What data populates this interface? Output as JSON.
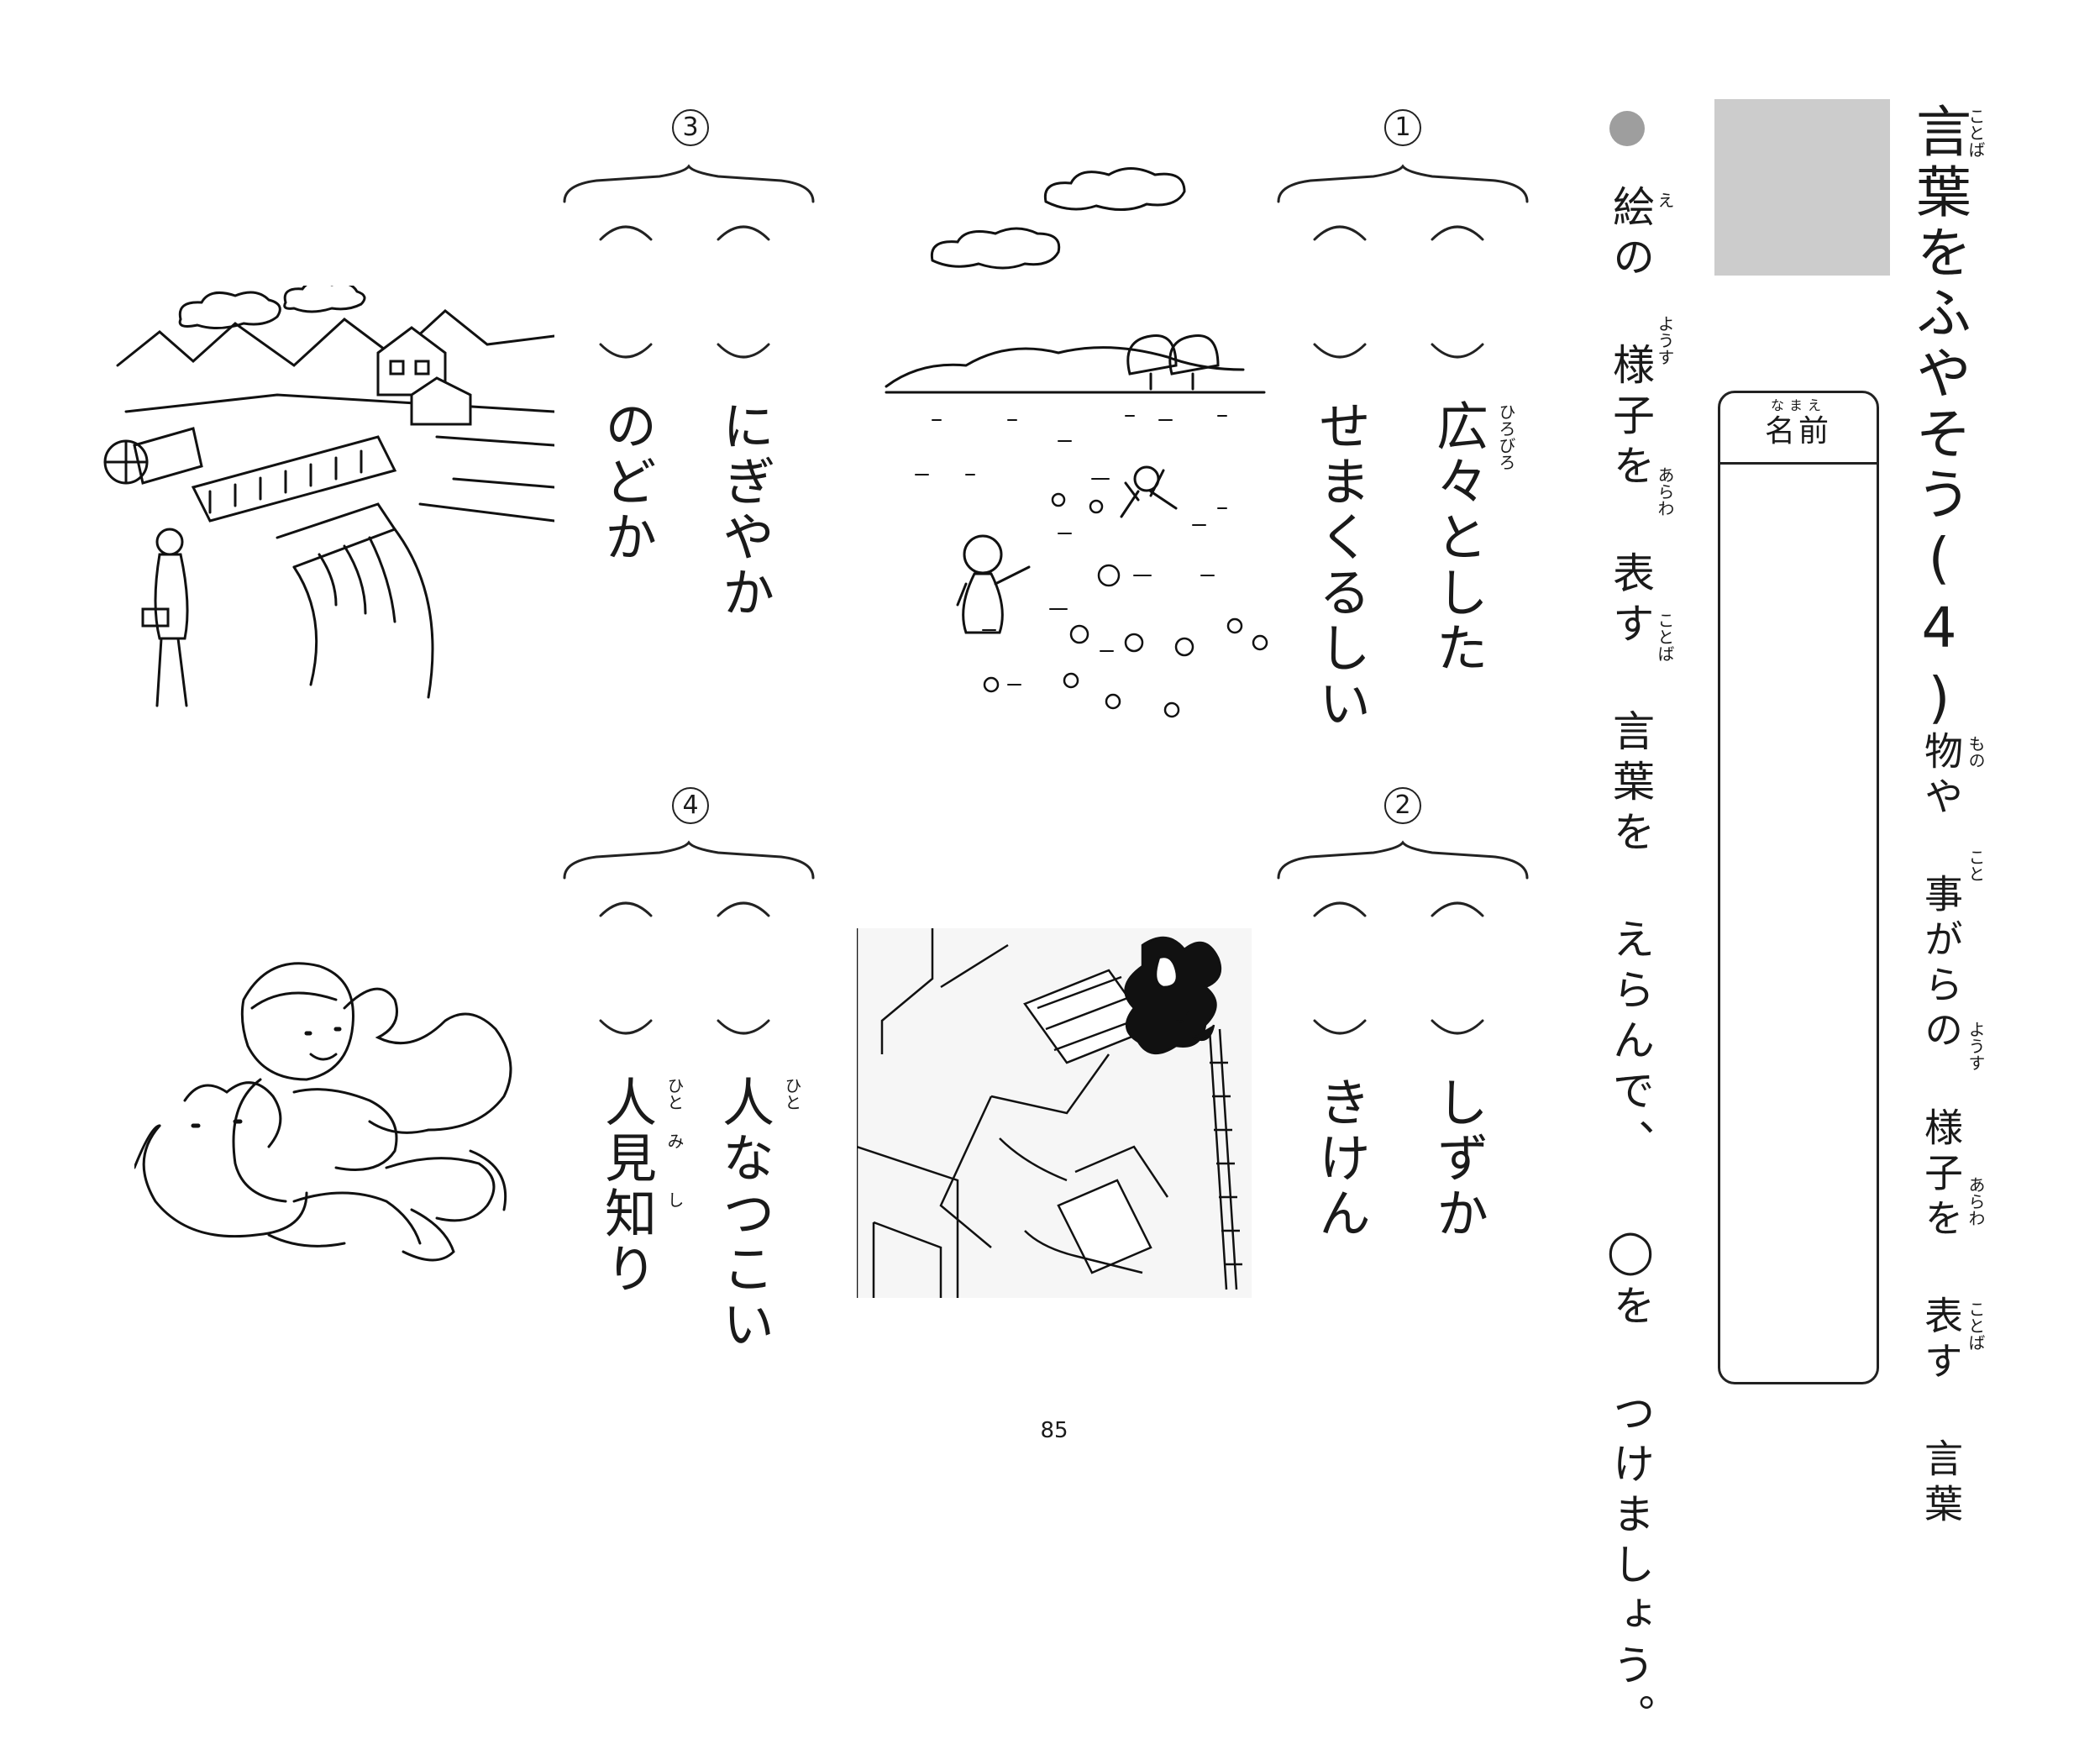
{
  "header": {
    "title": "言葉をふやそう",
    "title_number": "(4)",
    "title_ruby": "ことば",
    "subtitle": "物や 事がらの 様子を 表す 言葉",
    "subtitle_ruby": {
      "mono": "もの",
      "koto": "こと",
      "you": "ようす",
      "arawa": "あらわ",
      "kotoba": "ことば"
    }
  },
  "name_box": {
    "label": "名前",
    "ruby": "なまえ"
  },
  "instruction": {
    "text": "絵の 様子を 表す 言葉を えらんで、 ◯を つけましょう。",
    "ruby": {
      "e": "え",
      "you": "ようす",
      "arawa": "あらわ",
      "kotoba": "ことば"
    }
  },
  "questions": [
    {
      "num": "1",
      "choices": [
        "広々とした",
        "せまくるしい"
      ],
      "ruby": "ひろびろ"
    },
    {
      "num": "2",
      "choices": [
        "しずか",
        "きけん"
      ]
    },
    {
      "num": "3",
      "choices": [
        "にぎやか",
        "のどか"
      ]
    },
    {
      "num": "4",
      "choices": [
        "人なつこい",
        "人見知り"
      ],
      "ruby": {
        "hito1": "ひと",
        "hito2": "ひと",
        "mi": "み",
        "shi": "し"
      }
    }
  ],
  "illustrations": [
    {
      "name": "field-illustration"
    },
    {
      "name": "fire-illustration"
    },
    {
      "name": "countryside-illustration"
    },
    {
      "name": "dog-illustration"
    }
  ],
  "footer": {
    "page_number": "85"
  }
}
